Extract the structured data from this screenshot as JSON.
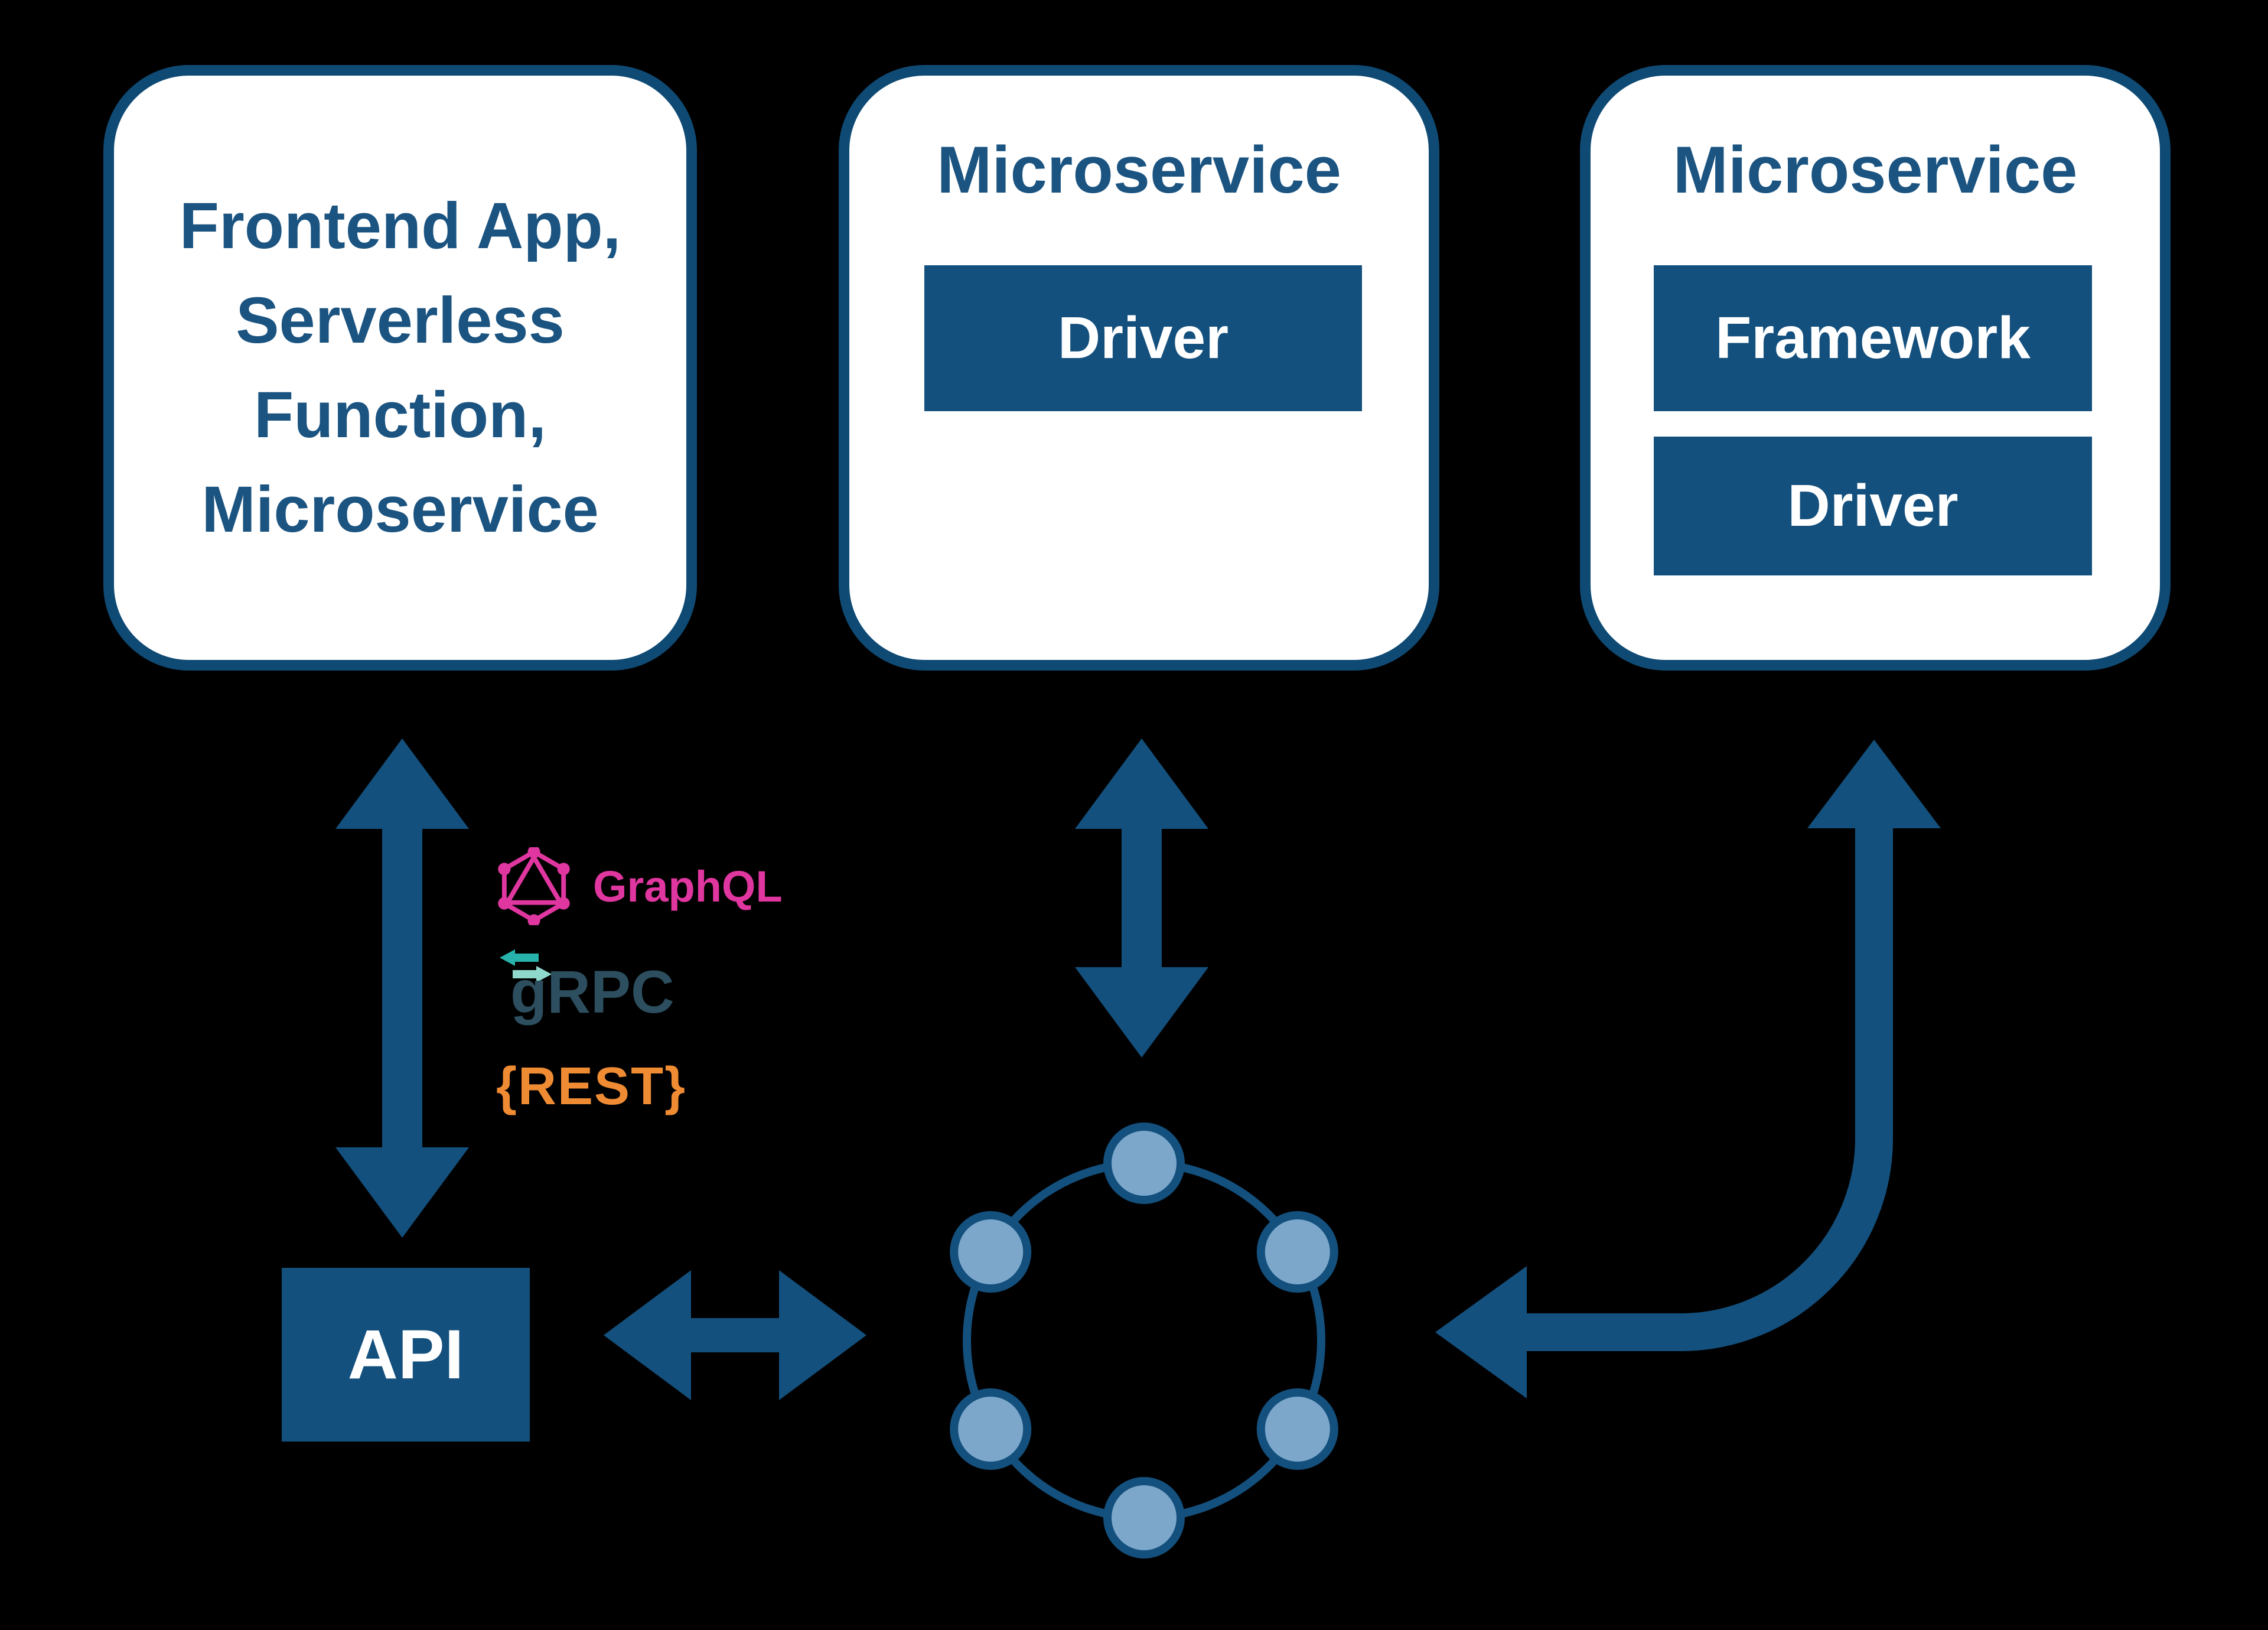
{
  "diagram": {
    "background_color": "#000000",
    "palette": {
      "primary_blue": "#14507d",
      "outline_navy": "#0f4a74",
      "heading_blue": "#1b5481",
      "node_fill_blue": "#7ca7cb",
      "graphql_pink": "#e0369f",
      "grpc_slate": "#2c4e5e",
      "grpc_teal": "#27b3ab",
      "rest_orange": "#ee8b33",
      "chip_text_white": "#ffffff"
    },
    "boxes": {
      "frontend": {
        "lines": [
          "Frontend App,",
          "Serverless",
          "Function,",
          "Microservice"
        ]
      },
      "microservice_driver": {
        "title": "Microservice",
        "chip": "Driver"
      },
      "microservice_framework": {
        "title": "Microservice",
        "chip_top": "Framework",
        "chip_bottom": "Driver"
      }
    },
    "protocols": [
      {
        "label": "GraphQL",
        "icon": "graphql-hexagon-icon",
        "color": "#e0369f"
      },
      {
        "label": "gRPC",
        "icon": "grpc-arrows-icon",
        "color": "#2c4e5e"
      },
      {
        "label": "{REST}",
        "icon": "none",
        "color": "#ee8b33"
      }
    ],
    "api": {
      "label": "API"
    },
    "cluster": {
      "node_count": 6
    }
  }
}
